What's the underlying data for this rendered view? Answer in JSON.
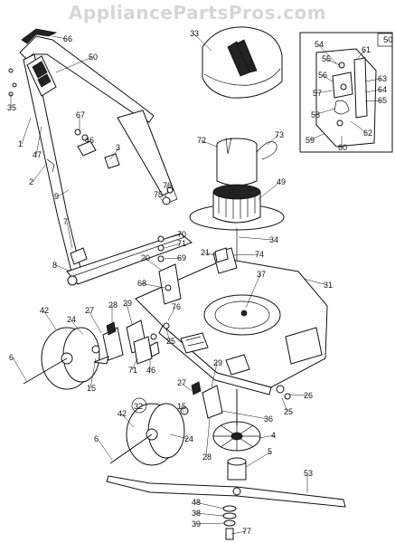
{
  "watermark": "AppliancePartsPros.com",
  "inset_label": "50",
  "callouts": [
    {
      "id": "c66",
      "text": "66"
    },
    {
      "id": "c50",
      "text": "50"
    },
    {
      "id": "c35",
      "text": "35"
    },
    {
      "id": "c1",
      "text": "1"
    },
    {
      "id": "c47",
      "text": "47"
    },
    {
      "id": "c67",
      "text": "67"
    },
    {
      "id": "c46a",
      "text": "46"
    },
    {
      "id": "c3",
      "text": "3"
    },
    {
      "id": "c2",
      "text": "2"
    },
    {
      "id": "c9",
      "text": "9"
    },
    {
      "id": "c7",
      "text": "7"
    },
    {
      "id": "c8",
      "text": "8"
    },
    {
      "id": "c33",
      "text": "33"
    },
    {
      "id": "c72",
      "text": "72"
    },
    {
      "id": "c73",
      "text": "73"
    },
    {
      "id": "c49",
      "text": "49"
    },
    {
      "id": "c76a",
      "text": "76"
    },
    {
      "id": "c75",
      "text": "75"
    },
    {
      "id": "c70",
      "text": "70"
    },
    {
      "id": "c71a",
      "text": "71"
    },
    {
      "id": "c69",
      "text": "69"
    },
    {
      "id": "c20",
      "text": "20"
    },
    {
      "id": "c21",
      "text": "21"
    },
    {
      "id": "c34",
      "text": "34"
    },
    {
      "id": "c74",
      "text": "74"
    },
    {
      "id": "c37",
      "text": "37"
    },
    {
      "id": "c31",
      "text": "31"
    },
    {
      "id": "c68",
      "text": "68"
    },
    {
      "id": "c42a",
      "text": "42"
    },
    {
      "id": "c24a",
      "text": "24"
    },
    {
      "id": "c27a",
      "text": "27"
    },
    {
      "id": "c28a",
      "text": "28"
    },
    {
      "id": "c29a",
      "text": "29"
    },
    {
      "id": "c76b",
      "text": "76"
    },
    {
      "id": "c25a",
      "text": "25"
    },
    {
      "id": "c6a",
      "text": "6"
    },
    {
      "id": "c15a",
      "text": "15"
    },
    {
      "id": "c71b",
      "text": "71"
    },
    {
      "id": "c46b",
      "text": "46"
    },
    {
      "id": "c29b",
      "text": "29"
    },
    {
      "id": "c26",
      "text": "26"
    },
    {
      "id": "c25b",
      "text": "25"
    },
    {
      "id": "c32",
      "text": "32"
    },
    {
      "id": "c27b",
      "text": "27"
    },
    {
      "id": "c15b",
      "text": "15"
    },
    {
      "id": "c36",
      "text": "36"
    },
    {
      "id": "c42b",
      "text": "42"
    },
    {
      "id": "c24b",
      "text": "24"
    },
    {
      "id": "c4",
      "text": "4"
    },
    {
      "id": "c6b",
      "text": "6"
    },
    {
      "id": "c28b",
      "text": "28"
    },
    {
      "id": "c5",
      "text": "5"
    },
    {
      "id": "c53",
      "text": "53"
    },
    {
      "id": "c48",
      "text": "48"
    },
    {
      "id": "c38",
      "text": "38"
    },
    {
      "id": "c39",
      "text": "39"
    },
    {
      "id": "c77",
      "text": "77"
    },
    {
      "id": "c54",
      "text": "54"
    },
    {
      "id": "c55",
      "text": "55"
    },
    {
      "id": "c61",
      "text": "61"
    },
    {
      "id": "c56",
      "text": "56"
    },
    {
      "id": "c63",
      "text": "63"
    },
    {
      "id": "c57",
      "text": "57"
    },
    {
      "id": "c64",
      "text": "64"
    },
    {
      "id": "c65",
      "text": "65"
    },
    {
      "id": "c58",
      "text": "58"
    },
    {
      "id": "c62",
      "text": "62"
    },
    {
      "id": "c59",
      "text": "59"
    },
    {
      "id": "c60",
      "text": "60"
    }
  ]
}
